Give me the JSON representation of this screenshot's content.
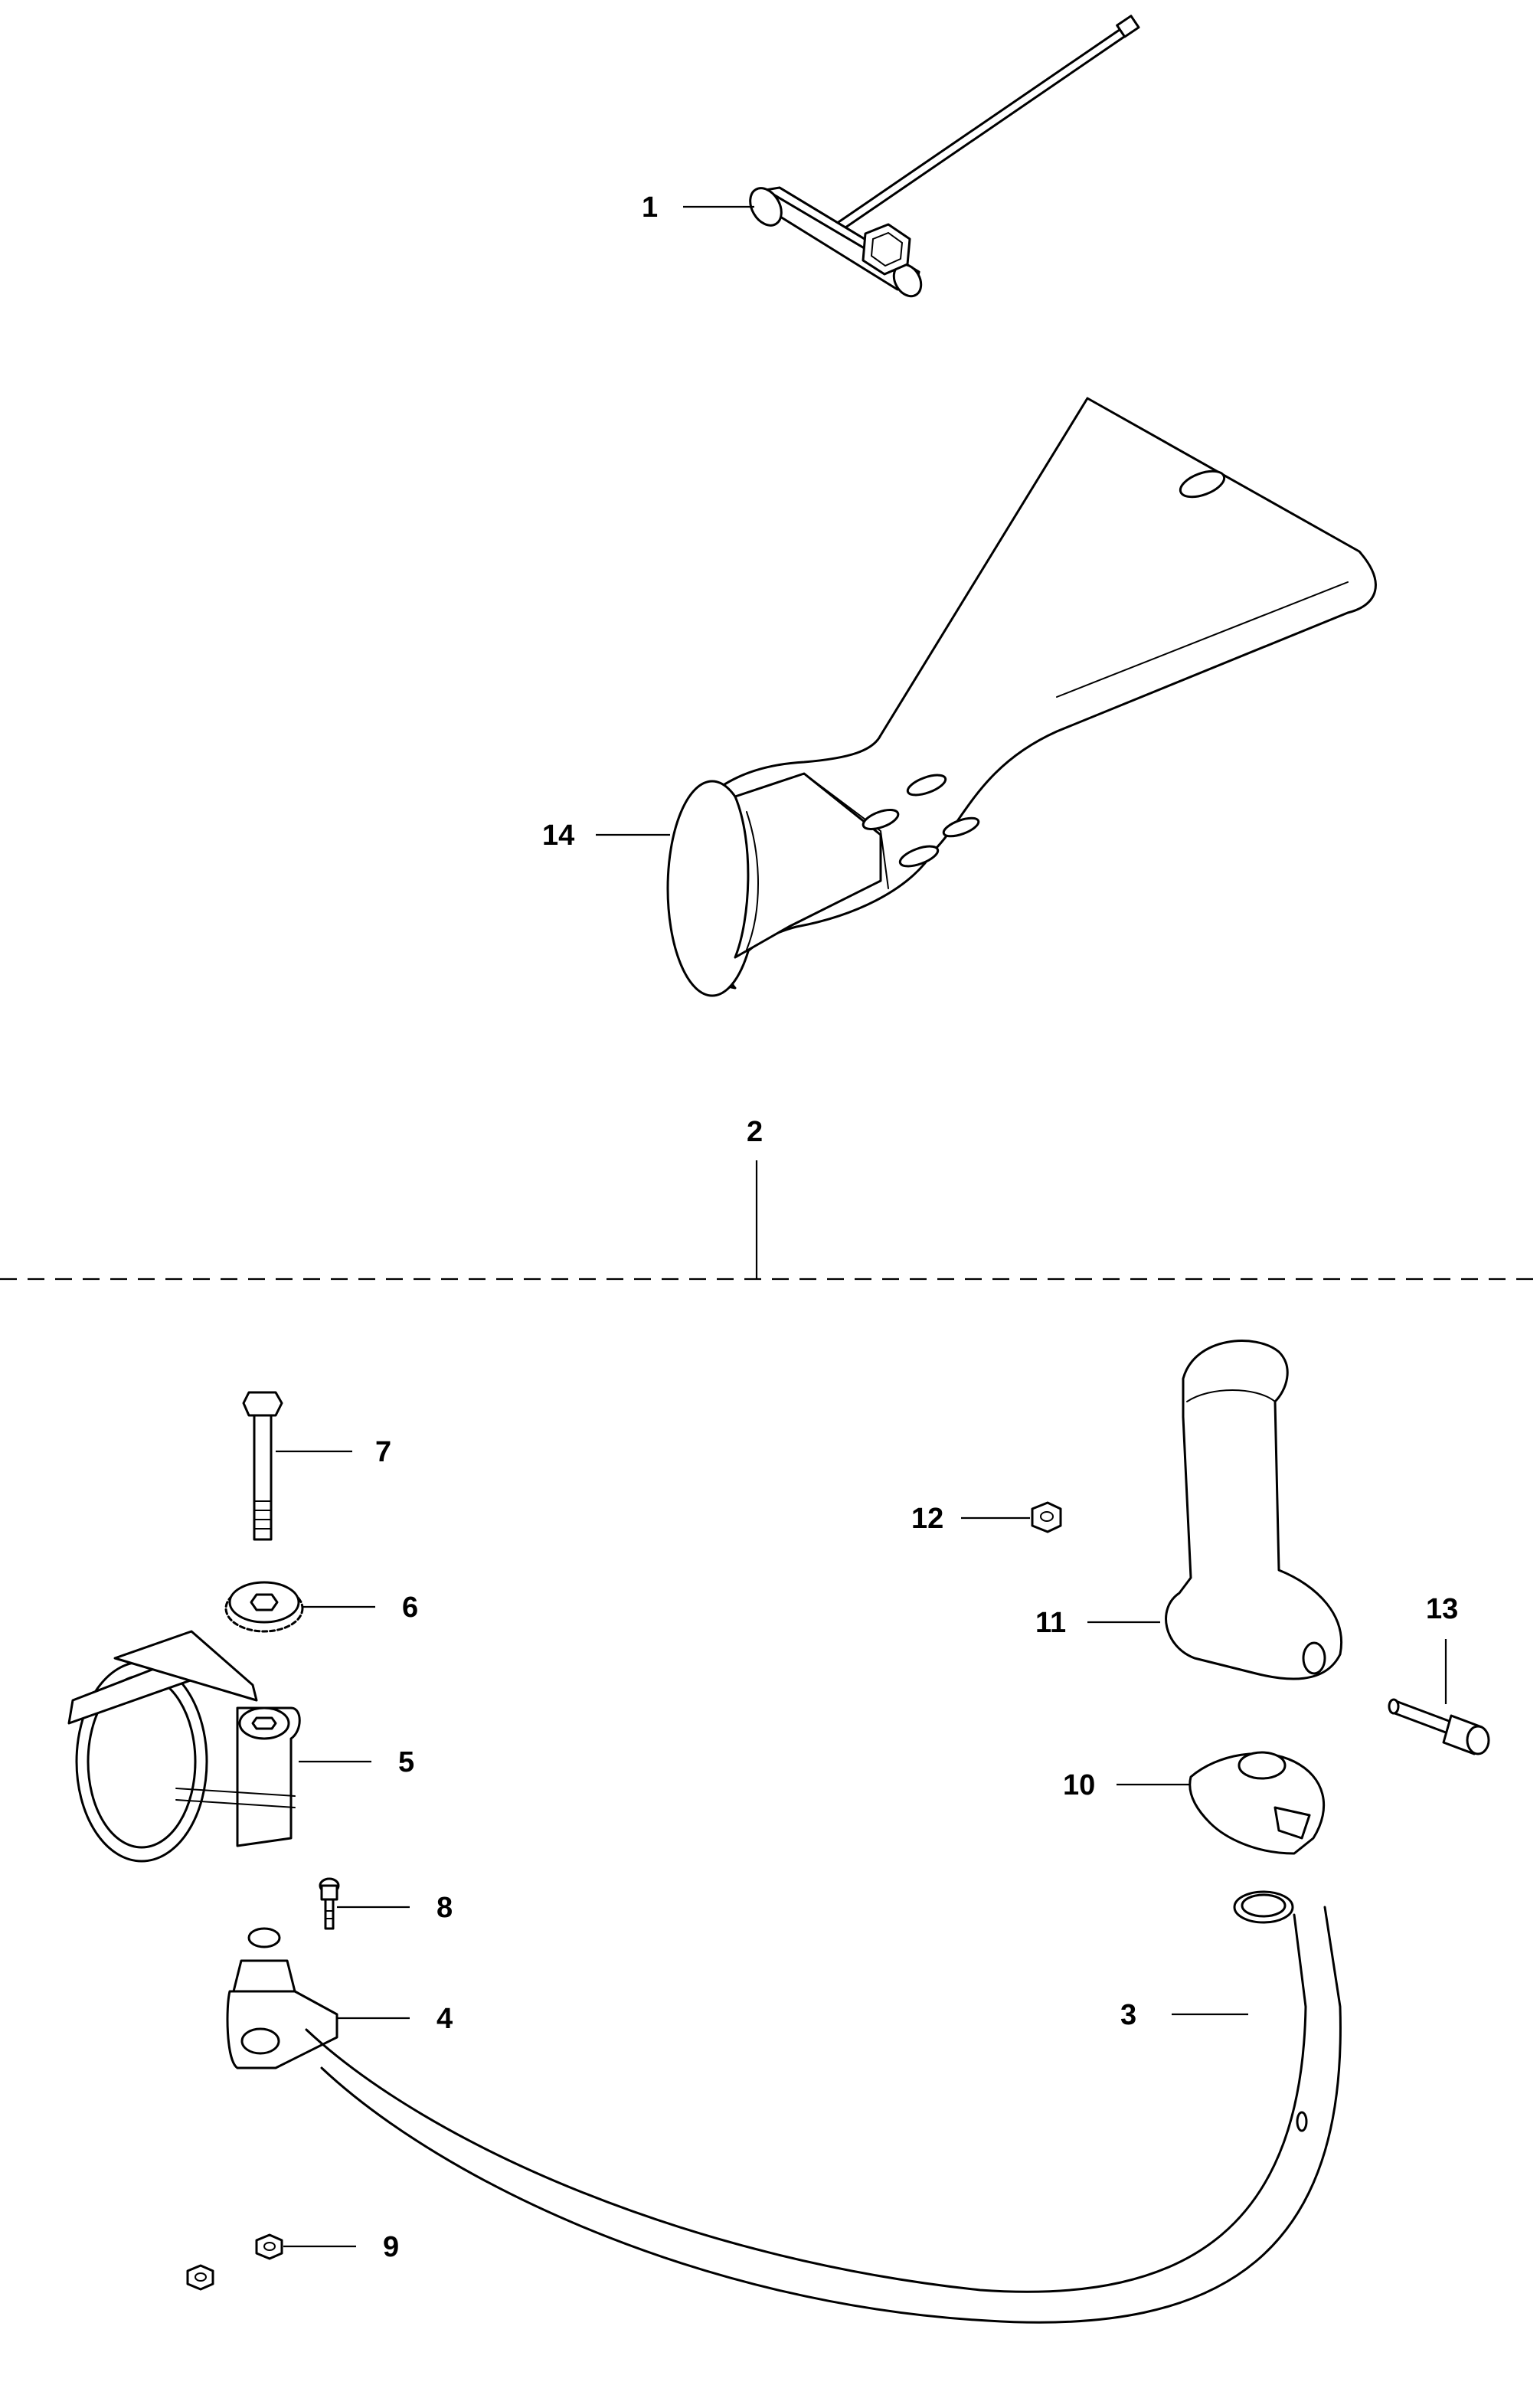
{
  "callouts": [
    {
      "id": "c1",
      "label": "1"
    },
    {
      "id": "c14",
      "label": "14"
    },
    {
      "id": "c2",
      "label": "2"
    },
    {
      "id": "c7",
      "label": "7"
    },
    {
      "id": "c6",
      "label": "6"
    },
    {
      "id": "c5",
      "label": "5"
    },
    {
      "id": "c8",
      "label": "8"
    },
    {
      "id": "c4",
      "label": "4"
    },
    {
      "id": "c9",
      "label": "9"
    },
    {
      "id": "c12",
      "label": "12"
    },
    {
      "id": "c11",
      "label": "11"
    },
    {
      "id": "c13",
      "label": "13"
    },
    {
      "id": "c10",
      "label": "10"
    },
    {
      "id": "c3",
      "label": "3"
    }
  ],
  "colors": {
    "line": "#000000",
    "background": "#ffffff"
  }
}
